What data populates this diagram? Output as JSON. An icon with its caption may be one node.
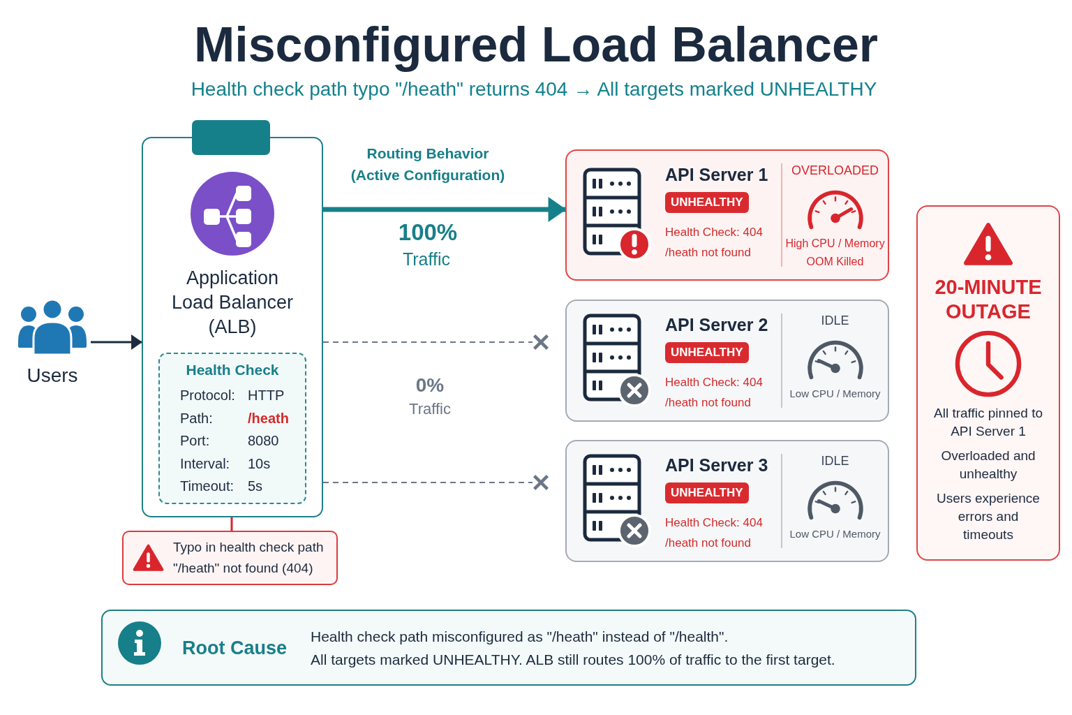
{
  "diagram": {
    "title": "Misconfigured Load Balancer",
    "nodes": [
      {
        "text": [
          "Users"
        ]
      },
      {
        "text": [],
        "shape": "box"
      },
      {
        "text": [
          "Application Load Balancer (ALB)"
        ]
      },
      {
        "text": [
          "Health Check",
          "Protocol:",
          "HTTP",
          "Path:",
          "/heath",
          "Port:",
          "8080",
          "Interval:",
          "10s",
          "Timeout:",
          "5s"
        ],
        "in": 2
      },
      {
        "text": [
          "Typo in health check path",
          "\"/heath\" not found (404)"
        ]
      },
      {
        "text": [
          "API Server 1",
          "UNHEALTHY",
          "Health Check: 404",
          "/heath not found",
          "OVERLOADED",
          "High CPU / Memory",
          "OOM Killed"
        ]
      },
      {
        "text": [
          "API Server 2",
          "UNHEALTHY",
          "Health Check: 404",
          "/heath not found",
          "IDLE",
          "Low CPU / Memory"
        ]
      },
      {
        "text": [
          "API Server 3",
          "UNHEALTHY",
          "Health Check: 404",
          "/heath not found",
          "IDLE",
          "Low CPU / Memory"
        ]
      },
      {
        "text": [
          "20-MINUTE OUTAGE",
          "All traffic pinned to API Server 1",
          "Overloaded and unhealthy",
          "Users experience errors and timeouts"
        ]
      },
      {
        "text": [
          "Root Cause",
          "Health check path misconfigured as \"/heath\" instead of \"/health\".",
          "All targets marked UNHEALTHY. ALB still routes 100% of traffic to the first target."
        ]
      },
      {
        "text": [],
        "shape": "cross"
      },
      {
        "text": [],
        "shape": "cross"
      }
    ],
    "edges": [
      {
        "from": 0,
        "to": 2,
        "arrow": "to",
        "color": "#1d2b3f"
      },
      {
        "from": 2,
        "to": 5,
        "arrow": "to",
        "style": "thick",
        "color": "#16808a"
      },
      {
        "from": 2,
        "to": 10,
        "arrow": "none",
        "style": "dashed"
      },
      {
        "from": 2,
        "to": 11,
        "arrow": "none",
        "style": "dashed"
      },
      {
        "from": 2,
        "to": 4,
        "arrow": "none",
        "color": "#d8262c"
      }
    ],
    "labels": [
      "Health check path typo \"/heath\" returns 404 → All targets marked UNHEALTHY",
      "Routing Behavior (Active Configuration)",
      "100%",
      "Traffic",
      "0%",
      "Traffic"
    ]
  }
}
